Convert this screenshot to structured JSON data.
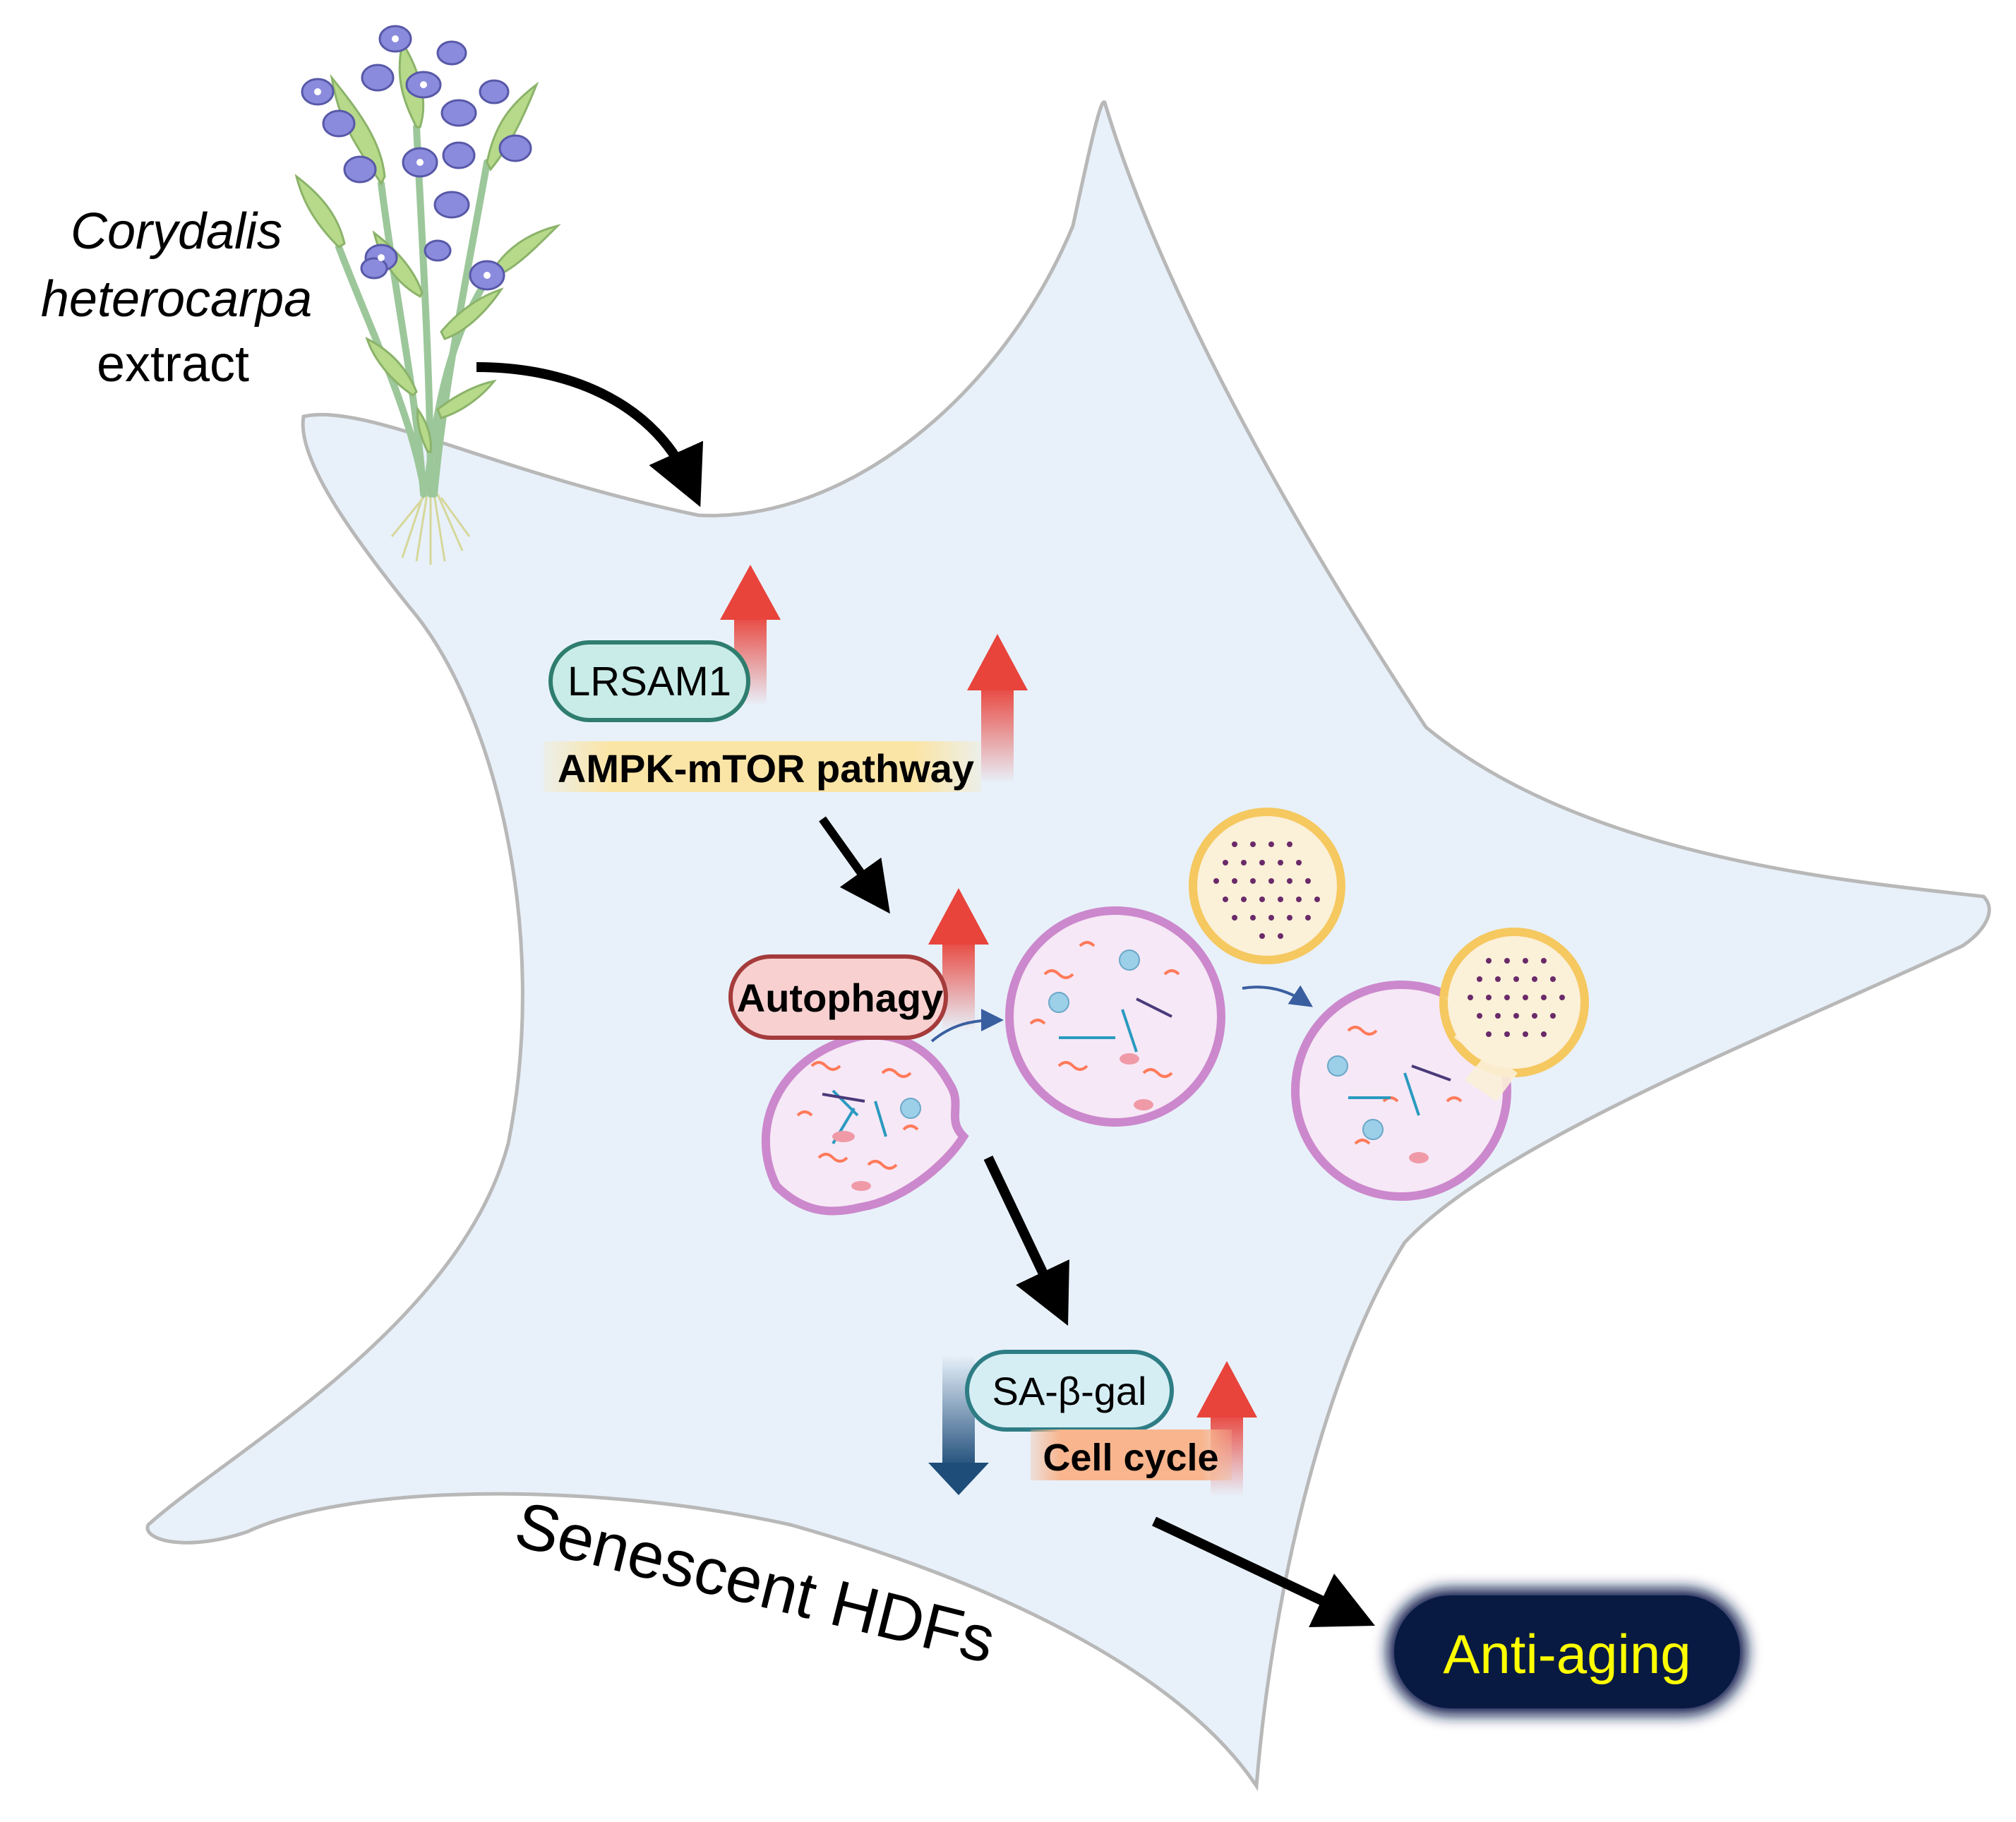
{
  "plant_label": {
    "line1": "Corydalis",
    "line2": "heterocarpa",
    "line3": "extract"
  },
  "cell_label": "Senescent HDFs",
  "nodes": {
    "lrsam1": "LRSAM1",
    "ampk": "AMPK-mTOR pathway",
    "autophagy": "Autophagy",
    "sagal": "SA-β-gal",
    "cellcycle": "Cell cycle",
    "outcome": "Anti-aging"
  },
  "colors": {
    "cell_fill": "#e8f1fa",
    "cell_stroke": "#b8b8b8",
    "lrsam1_fill": "#c9ece8",
    "lrsam1_stroke": "#2e7d6e",
    "ampk_highlight": "#fbe5a6",
    "autophagy_fill": "#f8d0d0",
    "autophagy_stroke": "#a53b3b",
    "sagal_fill": "#d5eef4",
    "sagal_stroke": "#2e7d85",
    "cellcycle_highlight": "#f8b58e",
    "up_arrow": "#e8443c",
    "down_arrow": "#1f4d7a",
    "outcome_fill": "#0a1f4d",
    "outcome_text": "#ffff00",
    "vesicle_stroke": "#cc88cc",
    "lysosome_stroke": "#f5c860",
    "lysosome_dots": "#6a2a6a"
  }
}
